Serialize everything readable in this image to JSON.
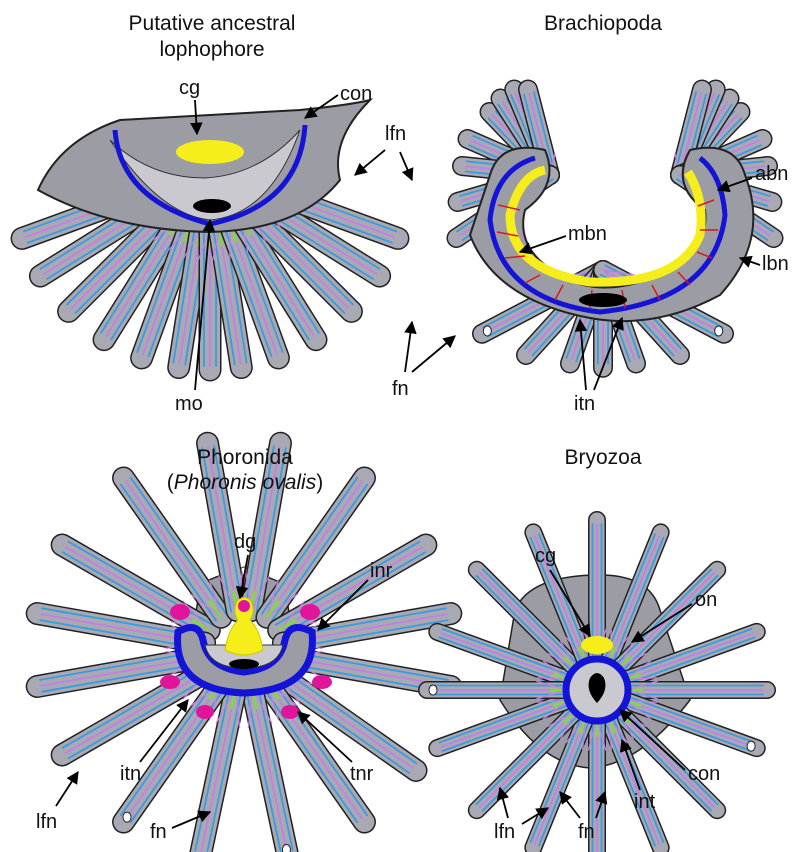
{
  "titles": {
    "putative_line1": "Putative ancestral",
    "putative_line2": "lophophore",
    "brachiopoda": "Brachiopoda",
    "phoronida": "Phoronida",
    "phoronida_species_open": "(",
    "phoronida_species": "Phoronis ovalis",
    "phoronida_species_close": ")",
    "bryozoa": "Bryozoa"
  },
  "labels": {
    "putative": {
      "cg": "cg",
      "con": "con",
      "lfn": "lfn",
      "mo": "mo",
      "fn": "fn"
    },
    "brachiopoda": {
      "abn": "abn",
      "mbn": "mbn",
      "lbn": "lbn",
      "itn": "itn"
    },
    "phoronida": {
      "dg": "dg",
      "inr": "inr",
      "itn": "itn",
      "tnr": "tnr",
      "lfn": "lfn",
      "fn": "fn"
    },
    "bryozoa": {
      "cg": "cg",
      "on": "on",
      "con": "con",
      "int": "int",
      "lfn": "lfn",
      "fn": "fn"
    }
  },
  "colors": {
    "tentacle_fill": "#a9a9b3",
    "tissue_gray": "#9c9ca4",
    "outline": "#222222",
    "lateral_nerve": "#3a9be0",
    "frontal_nerve": "#c77ae8",
    "radial_nerve_green": "#7ddc3a",
    "main_nerve_blue": "#1414d8",
    "ganglion_yellow": "#f6ee1a",
    "ring_magenta": "#e0159b",
    "brachio_red": "#d81818",
    "mouth_black": "#000000"
  }
}
